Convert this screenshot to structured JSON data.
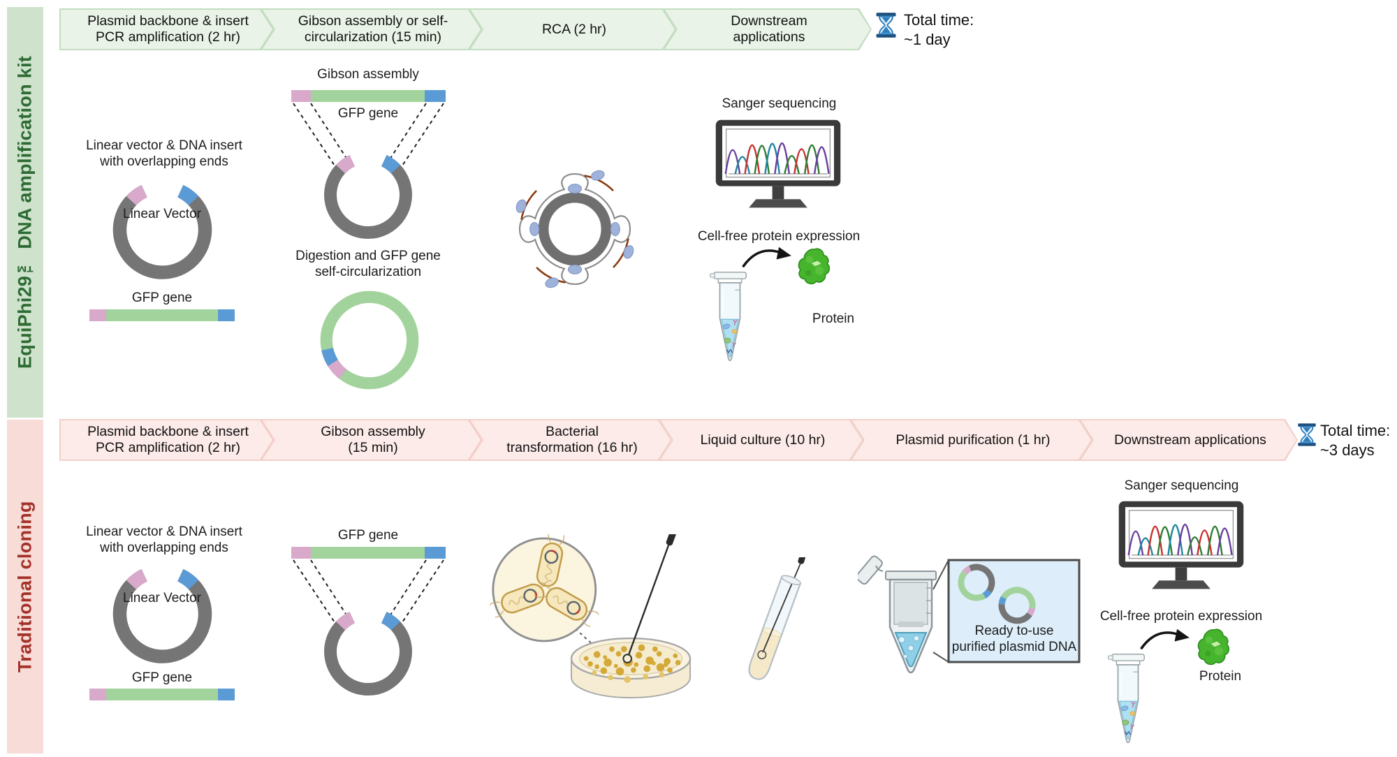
{
  "colors": {
    "green_panel_bg": "#cfe3cc",
    "green_panel_text": "#2e6b34",
    "green_arrow_fill": "#e9f3e7",
    "green_arrow_border": "#c3ddc0",
    "pink_panel_bg": "#f8dcd8",
    "pink_panel_text": "#a33229",
    "pink_arrow_fill": "#fcebe8",
    "pink_arrow_border": "#f2cfc9",
    "hourglass_blue": "#2e7fc0",
    "hourglass_dark": "#1d4f7c",
    "gfp_pink": "#d8a9cb",
    "gfp_green": "#a3d39c",
    "gfp_blue": "#5b9bd5",
    "vector_gray": "#757575",
    "text_dark": "#1c1c1c"
  },
  "icons": {
    "total_time_icon": "hourglass"
  },
  "equiphi": {
    "sidebar_label": "EquiPhi29™ DNA amplification kit",
    "steps": [
      "Plasmid backbone & insert\nPCR amplification (2 hr)",
      "Gibson assembly or self-\ncircularization (15 min)",
      "RCA (2 hr)",
      "Downstream\napplications"
    ],
    "total_time_label": "Total time:",
    "total_time_value": "~1 day",
    "linear_vector_title": "Linear vector & DNA insert\nwith overlapping ends",
    "linear_vector_label": "Linear Vector",
    "gfp_gene_label": "GFP gene",
    "gibson_title": "Gibson assembly",
    "gibson_gfp_label": "GFP gene",
    "digestion_title": "Digestion and GFP gene\nself-circularization",
    "sanger_title": "Sanger sequencing",
    "cellfree_title": "Cell-free protein expression",
    "protein_label": "Protein"
  },
  "traditional": {
    "sidebar_label": "Traditional cloning",
    "steps": [
      "Plasmid backbone & insert\nPCR amplification (2 hr)",
      "Gibson assembly\n(15 min)",
      "Bacterial\ntransformation (16 hr)",
      "Liquid culture (10 hr)",
      "Plasmid purification (1 hr)",
      "Downstream applications"
    ],
    "total_time_label": "Total time:",
    "total_time_value": "~3 days",
    "linear_vector_title": "Linear vector & DNA insert\nwith overlapping ends",
    "linear_vector_label": "Linear Vector",
    "gfp_gene_label": "GFP gene",
    "gibson_gfp_label": "GFP gene",
    "ready_plasmid_label": "Ready to-use\npurified plasmid DNA",
    "sanger_title": "Sanger sequencing",
    "cellfree_title": "Cell-free protein expression",
    "protein_label": "Protein"
  }
}
